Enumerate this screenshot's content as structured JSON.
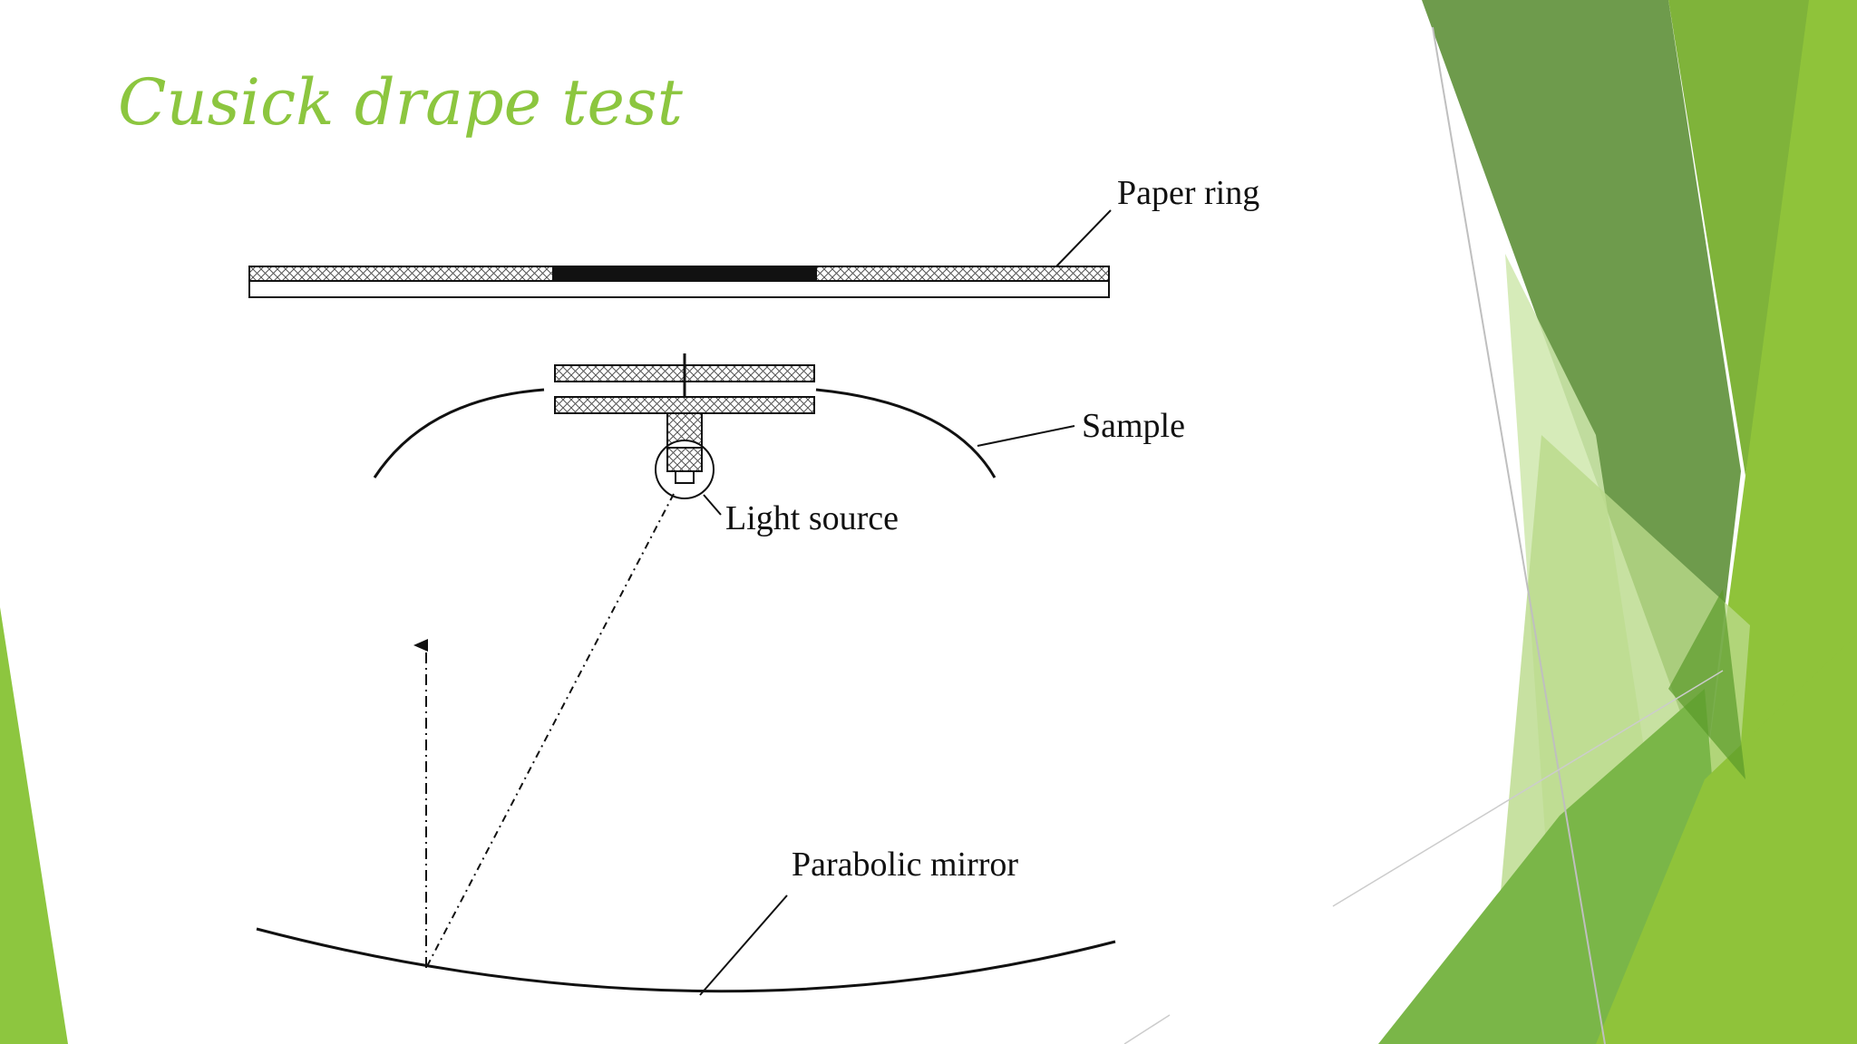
{
  "slide": {
    "title": "Cusick drape test",
    "accent_color": "#8cc63f"
  },
  "diagram": {
    "labels": {
      "paper_ring": "Paper ring",
      "sample": "Sample",
      "light_source": "Light source",
      "parabolic_mirror": "Parabolic mirror"
    }
  }
}
